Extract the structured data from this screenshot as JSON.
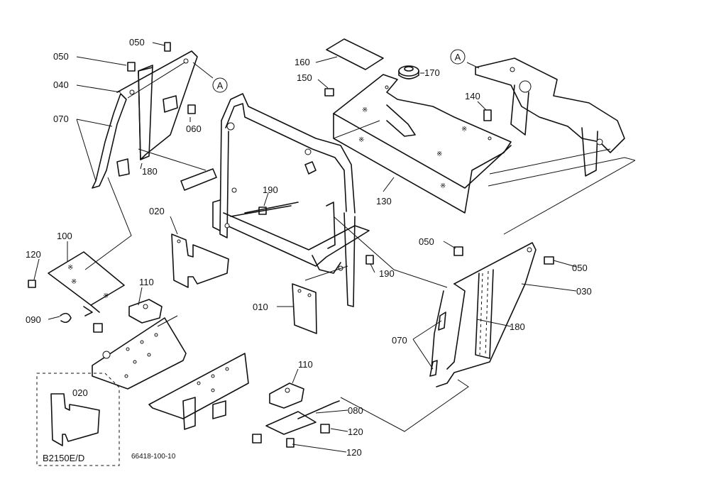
{
  "callouts": {
    "c050a": "050",
    "c050b": "050",
    "c050c": "050",
    "c050d": "050",
    "c040": "040",
    "c070a": "070",
    "c070b": "070",
    "c180a": "180",
    "c180b": "180",
    "c060": "060",
    "c160": "160",
    "c170": "170",
    "c150": "150",
    "c140": "140",
    "c130": "130",
    "c190a": "190",
    "c190b": "190",
    "c020a": "020",
    "c020b": "020",
    "c100": "100",
    "c120a": "120",
    "c120b": "120",
    "c120c": "120",
    "c090": "090",
    "c110a": "110",
    "c110b": "110",
    "c010": "010",
    "c030": "030",
    "c080": "080"
  },
  "reference_marks": {
    "a1": "A",
    "a2": "A"
  },
  "inset_label": "B2150E/D",
  "drawing_number": "66418-100-10"
}
